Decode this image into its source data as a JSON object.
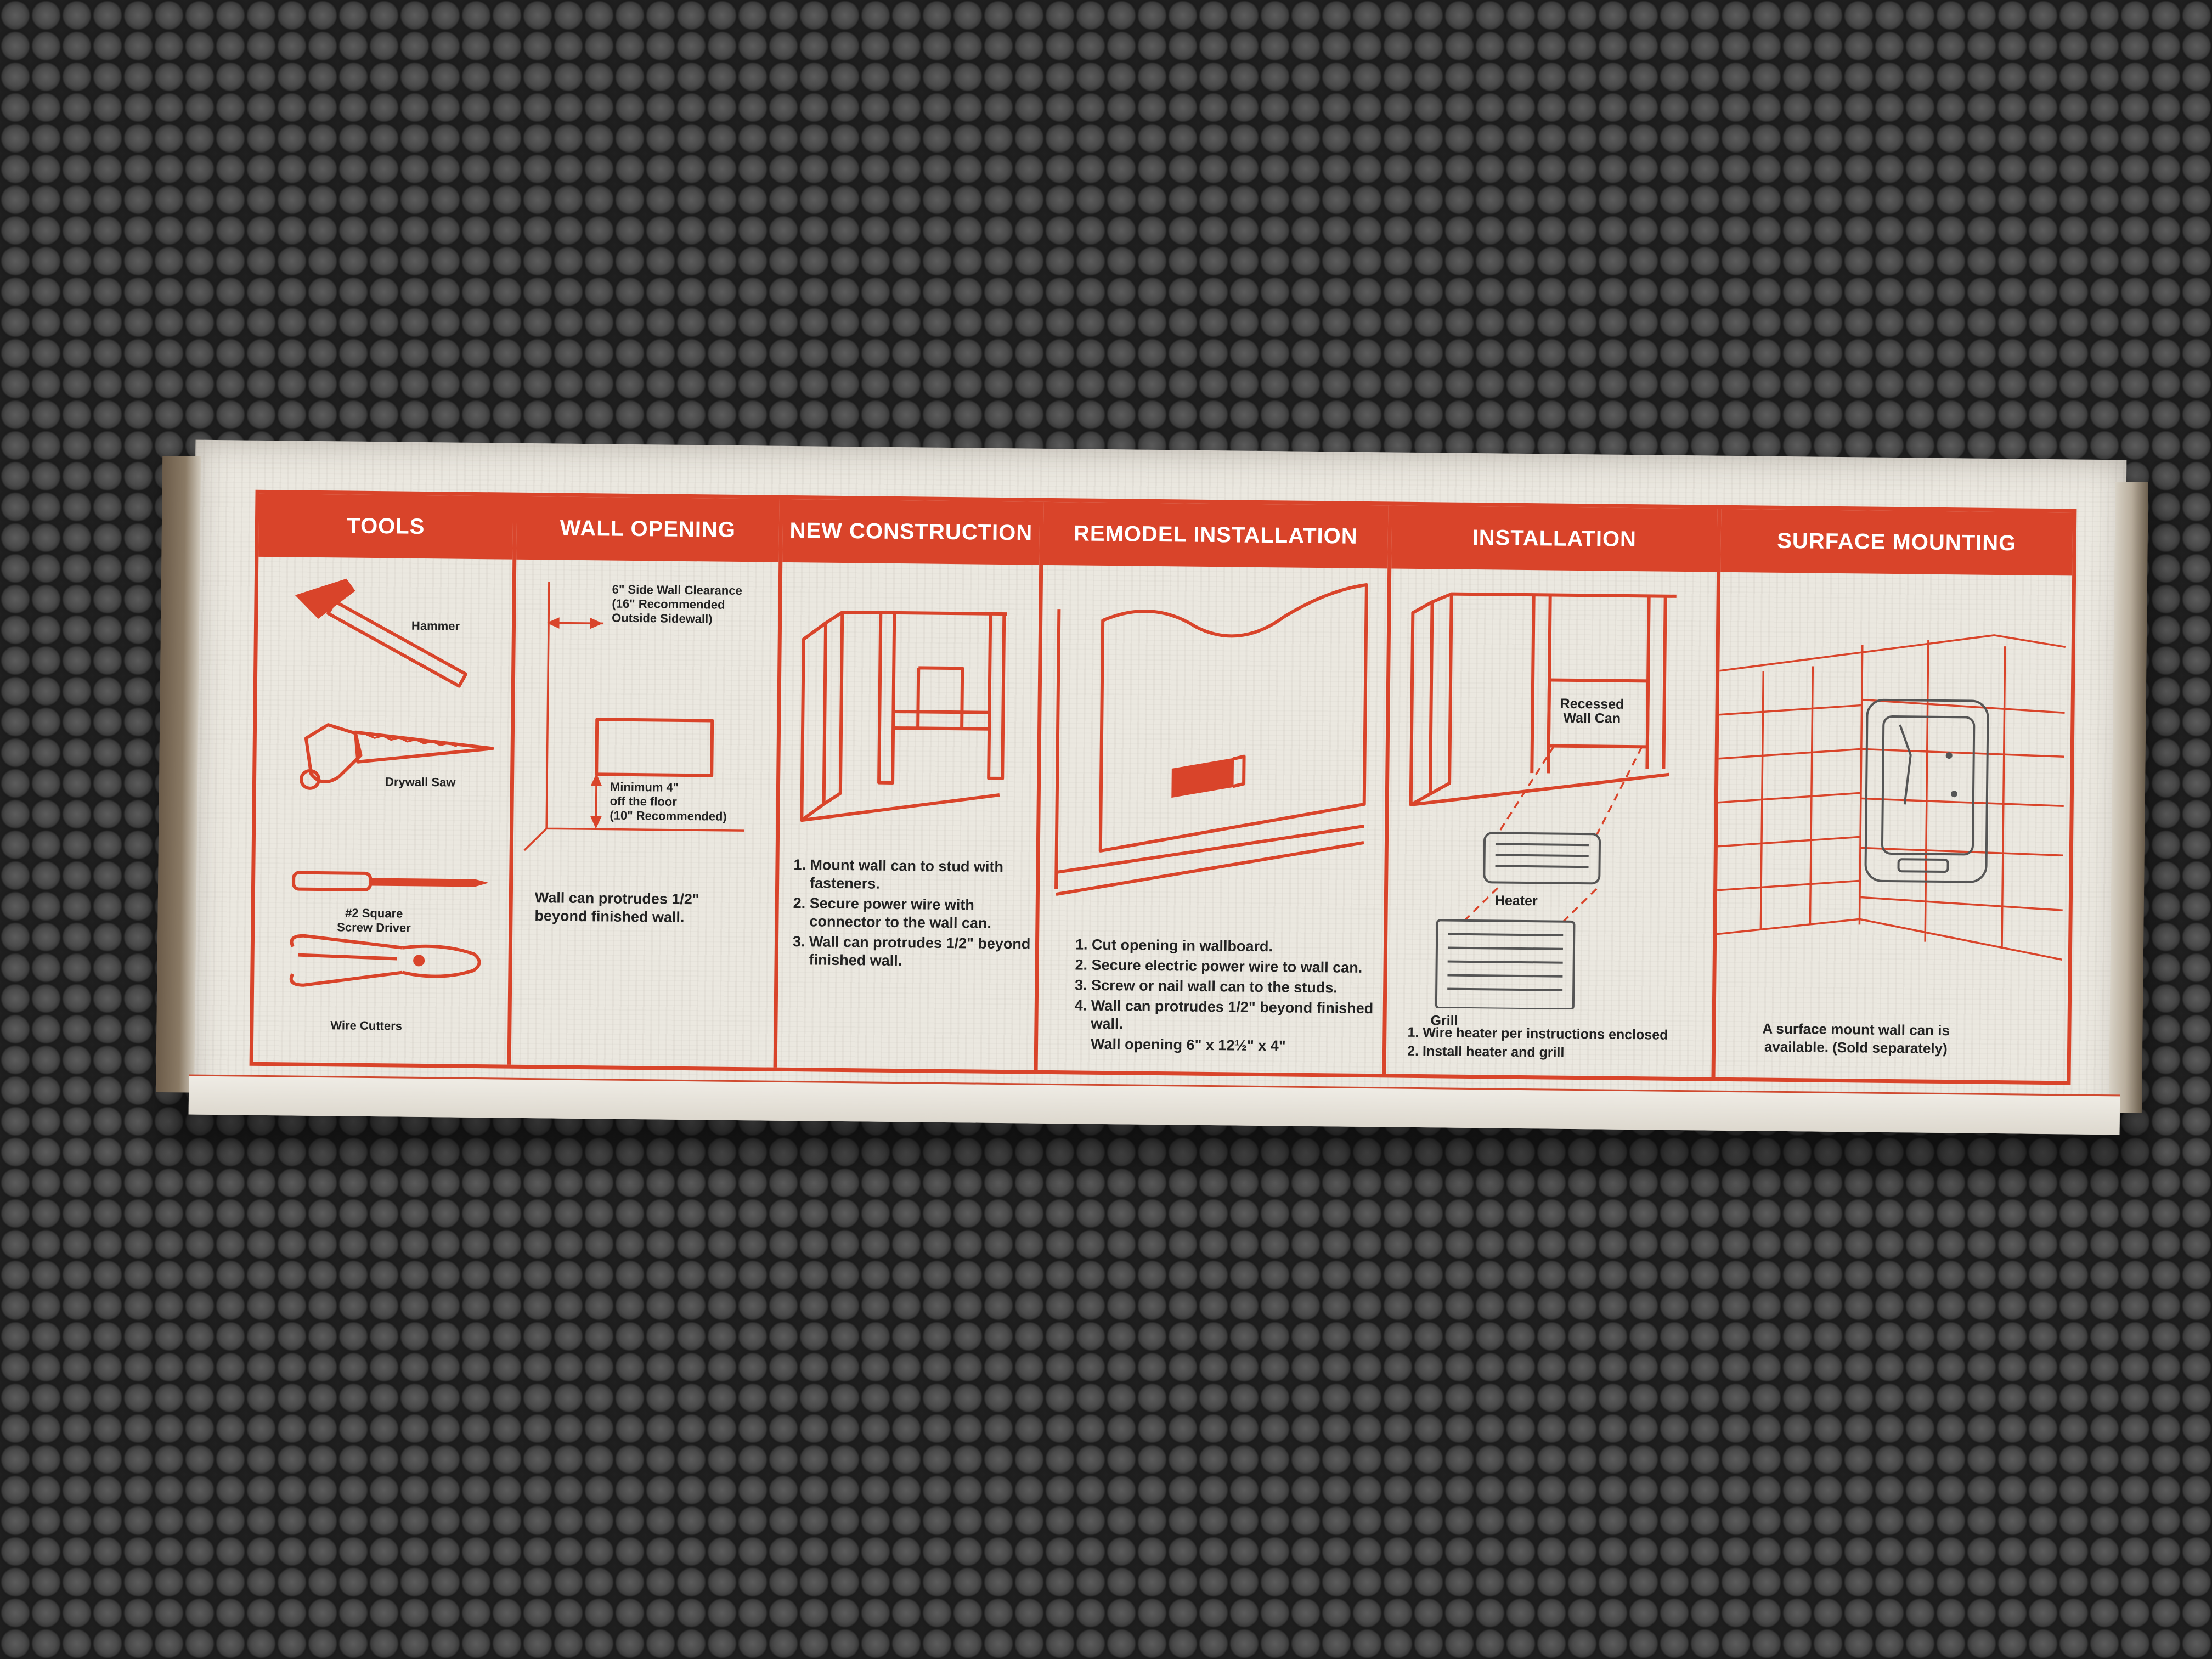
{
  "tools": {
    "title": "TOOLS",
    "items": [
      {
        "label": "Hammer",
        "icon": "hammer-icon"
      },
      {
        "label": "Drywall Saw",
        "icon": "drywall-saw-icon"
      },
      {
        "label": "#2 Square\nScrew Driver",
        "icon": "screwdriver-icon"
      },
      {
        "label": "Wire Cutters",
        "icon": "wire-cutters-icon"
      }
    ]
  },
  "wall_opening": {
    "title": "WALL OPENING",
    "side_clearance": "6\" Side Wall Clearance\n(16\" Recommended\nOutside Sidewall)",
    "floor_clearance": "Minimum 4\"\noff the floor\n(10\" Recommended)",
    "note": "Wall can protrudes 1/2\"\nbeyond finished wall."
  },
  "new_construction": {
    "title": "NEW CONSTRUCTION",
    "steps": [
      "Mount wall can to stud with fasteners.",
      "Secure power wire with connector to the wall can.",
      "Wall can protrudes 1/2\" beyond finished wall."
    ]
  },
  "remodel_installation": {
    "title": "REMODEL INSTALLATION",
    "steps": [
      "Cut opening in wallboard.",
      "Secure electric power wire to wall can.",
      "Screw or nail wall can to the studs.",
      "Wall can protrudes 1/2\" beyond finished wall."
    ],
    "opening": "Wall opening 6\" x 12½\" x 4\""
  },
  "installation": {
    "title": "INSTALLATION",
    "label_can": "Recessed\nWall Can",
    "label_heater": "Heater",
    "label_grill": "Grill",
    "steps": [
      "Wire heater per instructions enclosed",
      "Install heater and grill"
    ]
  },
  "surface_mounting": {
    "title": "SURFACE MOUNTING",
    "note": "A surface mount wall can is\navailable. (Sold separately)"
  },
  "colors": {
    "accent": "#d9442a",
    "box": "#ebe8e0",
    "mat": "#2a2a2a"
  }
}
